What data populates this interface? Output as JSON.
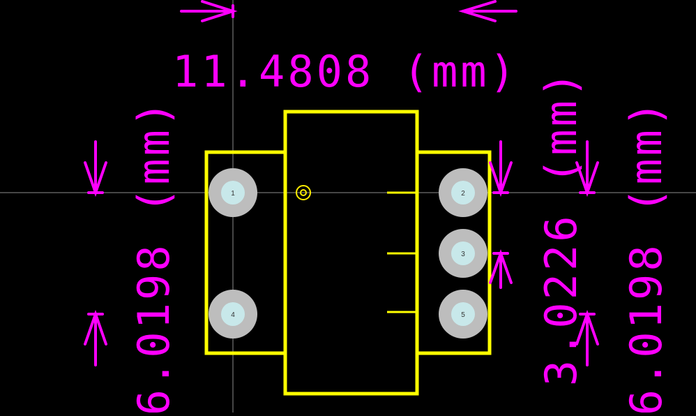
{
  "colors": {
    "background": "#000000",
    "crosshair": "#8c8c8c",
    "outline": "#ffff00",
    "dimension": "#ff00ff",
    "pad_ring": "#bdbdbd",
    "pad_hole": "#c8e8ea",
    "origin_marker": "#ffee00"
  },
  "dimensions": {
    "width_top": "11.4808 (mm)",
    "height_left": "6.0198 (mm)",
    "pitch_right": "3.0226 (mm)",
    "height_right": "6.0198 (mm)"
  },
  "pads": [
    {
      "label": "1"
    },
    {
      "label": "2"
    },
    {
      "label": "3"
    },
    {
      "label": "4"
    },
    {
      "label": "5"
    }
  ]
}
